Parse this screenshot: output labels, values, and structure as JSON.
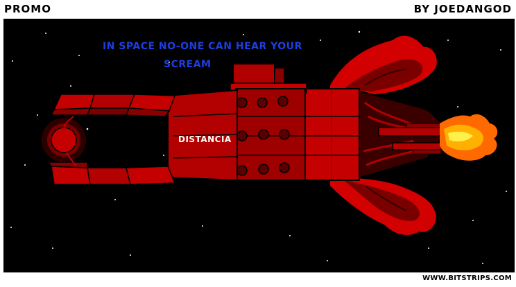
{
  "header": {
    "title": "PROMO",
    "author": "BY JOEDANGOD"
  },
  "panel": {
    "caption_line1": "IN SPACE NO-ONE CAN HEAR YOUR",
    "caption_line2": "SCREAM",
    "ship_label": "DISTANCIA"
  },
  "footer": {
    "watermark": "WWW.BITSTRIPS.COM"
  },
  "colors": {
    "caption": "#1d3fe0",
    "ship_red": "#c40000",
    "ship_dark": "#7a0000",
    "flame": "#ffb000",
    "space": "#000000"
  }
}
